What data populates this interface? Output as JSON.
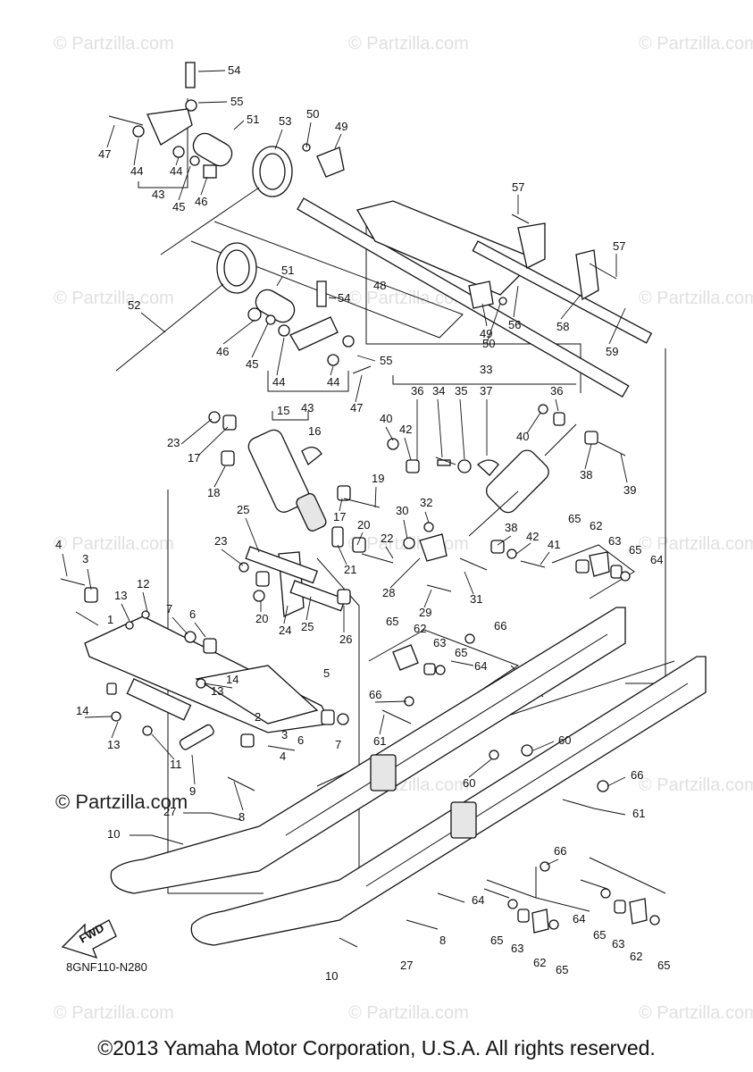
{
  "watermark": {
    "text": "© Partzilla.com",
    "strong_text": "© Partzilla.com"
  },
  "diagram_code": "8GNF110-N280",
  "fwd_label": "FWD",
  "copyright": "©2013 Yamaha Motor Corporation, U.S.A. All rights reserved.",
  "callouts": {
    "c1": "1",
    "c2": "2",
    "c3a": "3",
    "c3b": "3",
    "c4a": "4",
    "c4b": "4",
    "c5": "5",
    "c6a": "6",
    "c6b": "6",
    "c7a": "7",
    "c7b": "7",
    "c8a": "8",
    "c8b": "8",
    "c9": "9",
    "c10a": "10",
    "c10b": "10",
    "c11": "11",
    "c12": "12",
    "c13a": "13",
    "c13b": "13",
    "c13c": "13",
    "c14a": "14",
    "c14b": "14",
    "c15": "15",
    "c16": "16",
    "c17a": "17",
    "c17b": "17",
    "c18": "18",
    "c19": "19",
    "c20a": "20",
    "c20b": "20",
    "c21": "21",
    "c22": "22",
    "c23a": "23",
    "c23b": "23",
    "c24": "24",
    "c25a": "25",
    "c25b": "25",
    "c26": "26",
    "c27a": "27",
    "c27b": "27",
    "c28": "28",
    "c29": "29",
    "c30": "30",
    "c31": "31",
    "c32": "32",
    "c33": "33",
    "c34": "34",
    "c35": "35",
    "c36a": "36",
    "c36b": "36",
    "c37": "37",
    "c38a": "38",
    "c38b": "38",
    "c39": "39",
    "c40a": "40",
    "c40b": "40",
    "c41": "41",
    "c42a": "42",
    "c42b": "42",
    "c43a": "43",
    "c43b": "43",
    "c44a": "44",
    "c44b": "44",
    "c44c": "44",
    "c44d": "44",
    "c45a": "45",
    "c45b": "45",
    "c46a": "46",
    "c46b": "46",
    "c47a": "47",
    "c47b": "47",
    "c48": "48",
    "c49a": "49",
    "c49b": "49",
    "c50a": "50",
    "c50b": "50",
    "c51a": "51",
    "c51b": "51",
    "c52": "52",
    "c53": "53",
    "c54a": "54",
    "c54b": "54",
    "c55a": "55",
    "c55b": "55",
    "c56": "56",
    "c57a": "57",
    "c57b": "57",
    "c58": "58",
    "c59": "59",
    "c60a": "60",
    "c60b": "60",
    "c61a": "61",
    "c61b": "61",
    "c62a": "62",
    "c62b": "62",
    "c62c": "62",
    "c62d": "62",
    "c63a": "63",
    "c63b": "63",
    "c63c": "63",
    "c63d": "63",
    "c64a": "64",
    "c64b": "64",
    "c64c": "64",
    "c64d": "64",
    "c65a": "65",
    "c65b": "65",
    "c65c": "65",
    "c65d": "65",
    "c65e": "65",
    "c65f": "65",
    "c66a": "66",
    "c66b": "66",
    "c66c": "66"
  }
}
